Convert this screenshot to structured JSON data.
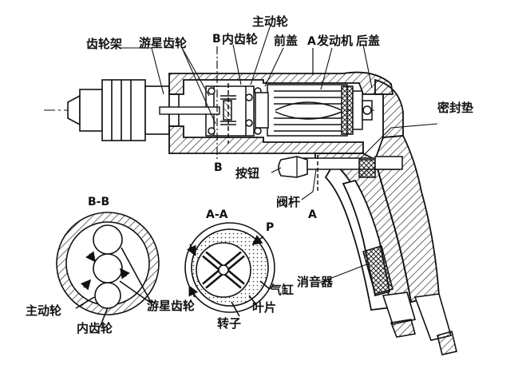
{
  "labels": {
    "gear_carrier": "齿轮架",
    "planet_gear": "游星齿轮",
    "b_top": "B",
    "ring_gear": "内齿轮",
    "drive_gear": "主动轮",
    "front_cover": "前盖",
    "a_top": "A",
    "motor": "发动机",
    "rear_cover": "后盖",
    "seal_gasket": "密封垫",
    "b_bottom": "B",
    "button": "按钮",
    "valve_rod": "阀杆",
    "a_bottom": "A",
    "section_bb": "B-B",
    "section_aa": "A-A",
    "p_label": "P",
    "drive_gear_2": "主动轮",
    "planet_gear_2": "游星齿轮",
    "ring_gear_2": "内齿轮",
    "cylinder": "气缸",
    "vane": "叶片",
    "rotor": "转子",
    "muffler": "消音器"
  },
  "colors": {
    "line": "#111111",
    "hatch": "#222222",
    "background": "#ffffff"
  }
}
